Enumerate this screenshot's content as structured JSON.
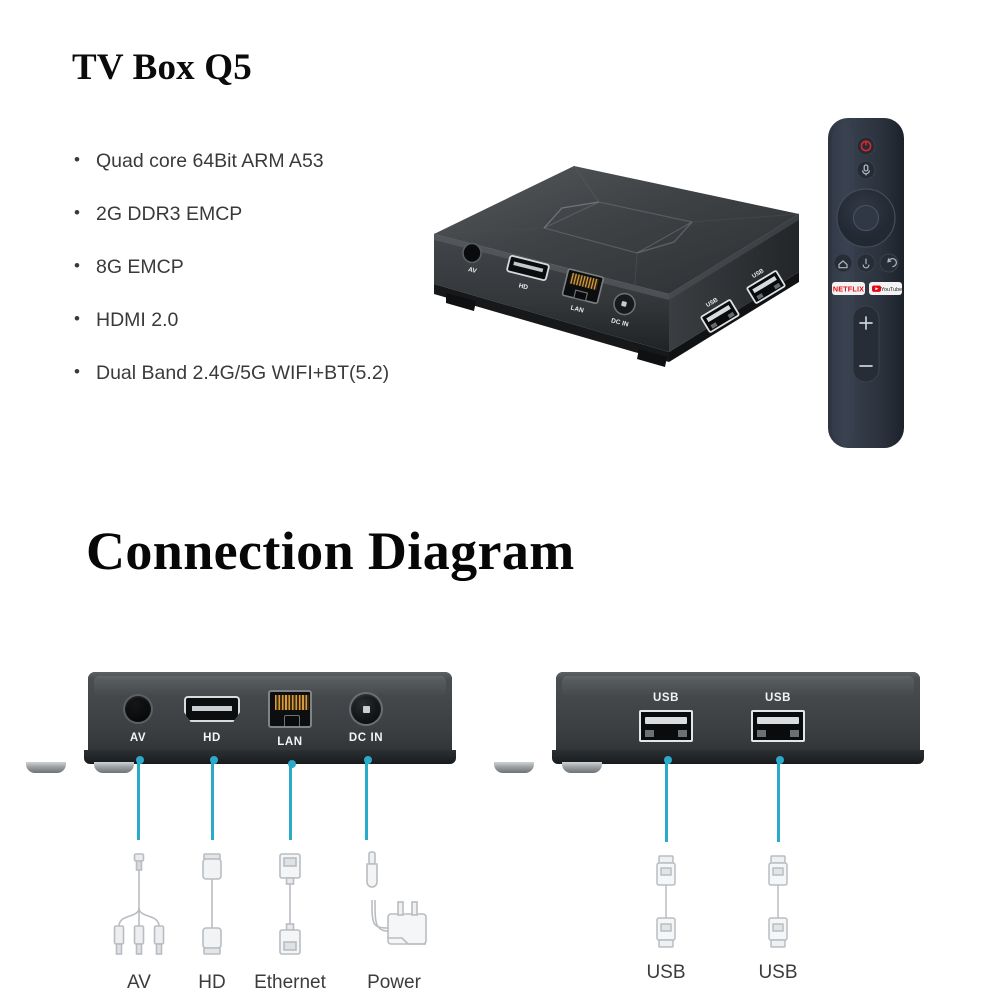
{
  "product": {
    "title": "TV Box Q5",
    "specs": [
      "Quad core 64Bit ARM A53",
      "2G DDR3 EMCP",
      "8G EMCP",
      "HDMI 2.0",
      "Dual Band 2.4G/5G WIFI+BT(5.2)"
    ],
    "bullet_glyph": "•"
  },
  "hero": {
    "box_ports": [
      "AV",
      "HD",
      "LAN",
      "DC IN",
      "USB",
      "USB"
    ],
    "remote": {
      "power_label": "power-button",
      "mic_label": "mic-button",
      "netflix_label": "NETFLIX",
      "youtube_label": "YouTube",
      "volume_up": "+",
      "volume_down": "−"
    }
  },
  "diagram": {
    "heading": "Connection Diagram",
    "front_panel": {
      "ports": [
        {
          "label": "AV",
          "cable": "AV"
        },
        {
          "label": "HD",
          "cable": "HD"
        },
        {
          "label": "LAN",
          "cable": "Ethernet"
        },
        {
          "label": "DC IN",
          "cable": "Power"
        }
      ]
    },
    "side_panel": {
      "ports": [
        {
          "label": "USB",
          "cable": "USB"
        },
        {
          "label": "USB",
          "cable": "USB"
        }
      ]
    }
  },
  "colors": {
    "accent": "#2aabcc",
    "text": "#3a3a3a",
    "heading": "#070707",
    "device_body": "#43474a",
    "port_label": "#f2f4f5",
    "netflix_red": "#e50914",
    "power_red": "#d8272c"
  }
}
